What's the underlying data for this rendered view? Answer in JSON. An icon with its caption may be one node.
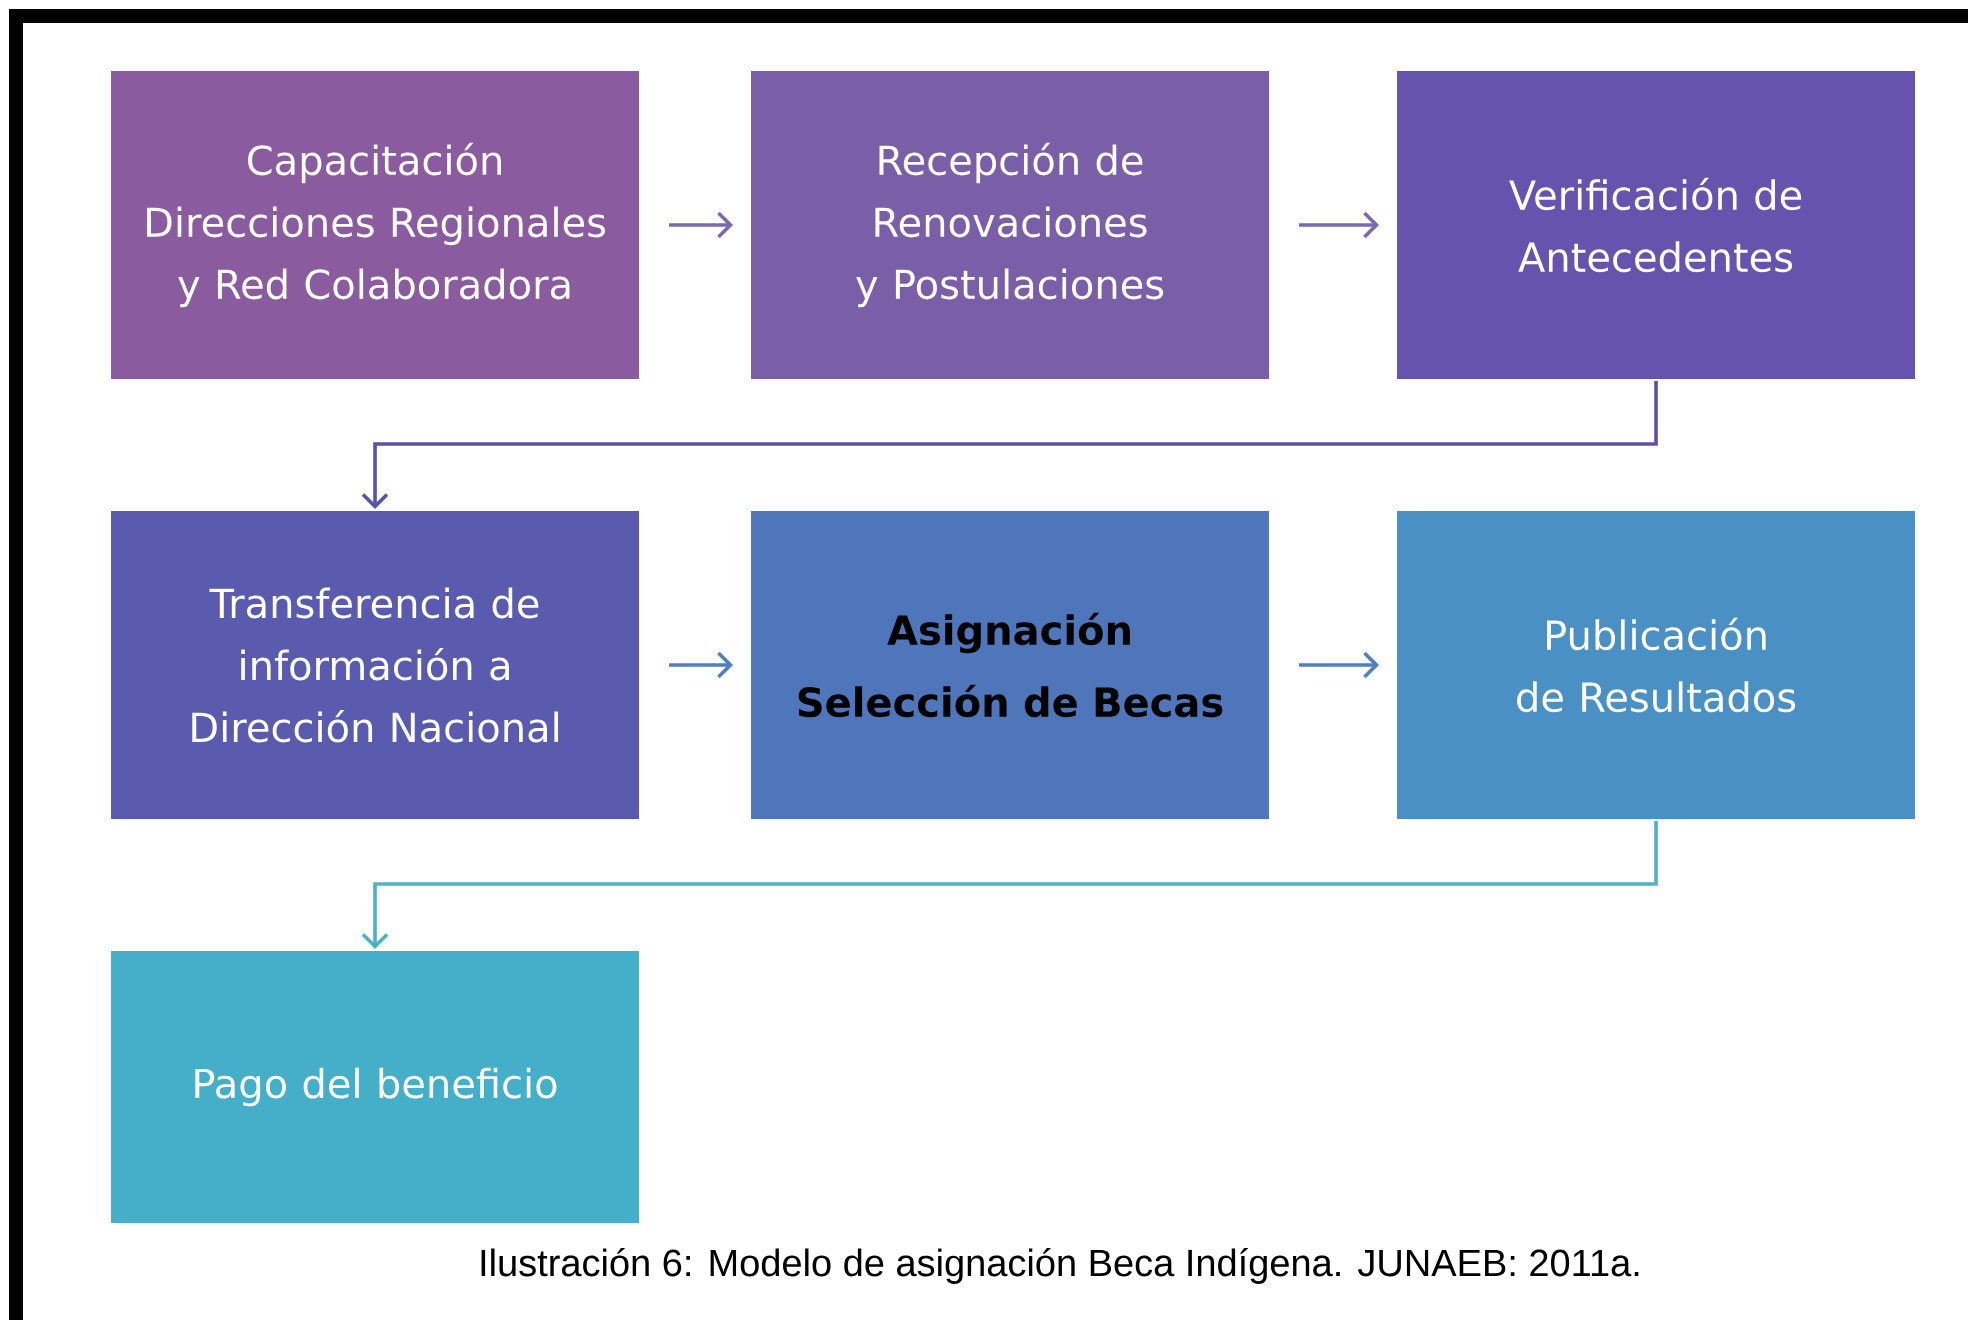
{
  "diagram": {
    "caption": "Ilustración 6: Modelo de asignación Beca Indígena. JUNAEB: 2011a.",
    "nodes": [
      {
        "text": [
          "Capacitación Direcciones Regionales y Red Colaboradora"
        ]
      },
      {
        "text": [
          "Recepción de Renovaciones y Postulaciones"
        ]
      },
      {
        "text": [
          "Verificación de Antecedentes"
        ]
      },
      {
        "text": [
          "Transferencia de información a Dirección Nacional"
        ]
      },
      {
        "text": [
          "Asignación Selección de Becas"
        ]
      },
      {
        "text": [
          "Publicación de Resultados"
        ]
      },
      {
        "text": [
          "Pago del beneficio"
        ]
      }
    ],
    "edges": [
      {
        "from": 0,
        "to": 1,
        "arrow": "to",
        "color": "#7a68b0"
      },
      {
        "from": 1,
        "to": 2,
        "arrow": "to",
        "color": "#7a68b0"
      },
      {
        "from": 2,
        "to": 3,
        "arrow": "to",
        "color": "#5d50a8"
      },
      {
        "from": 3,
        "to": 4,
        "arrow": "to",
        "color": "#4f7fc0"
      },
      {
        "from": 4,
        "to": 5,
        "arrow": "to",
        "color": "#4f7fc0"
      },
      {
        "from": 5,
        "to": 6,
        "arrow": "to",
        "color": "#4fb0c8"
      }
    ]
  }
}
